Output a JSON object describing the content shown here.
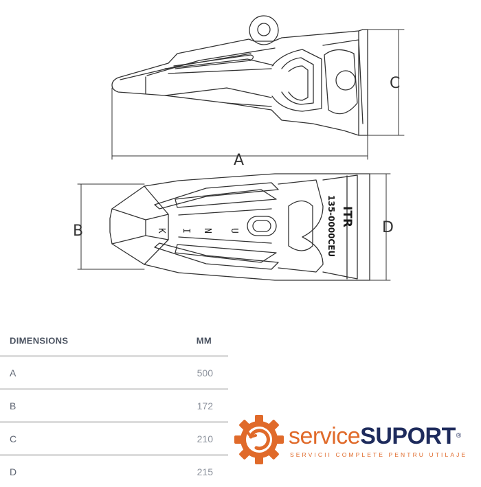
{
  "drawing": {
    "dim_letters": {
      "a": "A",
      "b": "B",
      "c": "C",
      "d": "D"
    },
    "part_number": "135-0000CEU",
    "maker_mark": "ITR",
    "cast_letters": [
      "U",
      "N",
      "I",
      "K"
    ]
  },
  "table": {
    "header": {
      "label": "DIMENSIONS",
      "unit": "MM"
    },
    "rows": [
      {
        "label": "A",
        "value": "500"
      },
      {
        "label": "B",
        "value": "172"
      },
      {
        "label": "C",
        "value": "210"
      },
      {
        "label": "D",
        "value": "215"
      }
    ]
  },
  "brand": {
    "name_part1": "service",
    "name_part2": "SUPORT",
    "registered": "®",
    "tagline": "SERVICII COMPLETE PENTRU UTILAJE",
    "colors": {
      "orange": "#e06a2a",
      "navy": "#1e2b5c"
    }
  }
}
